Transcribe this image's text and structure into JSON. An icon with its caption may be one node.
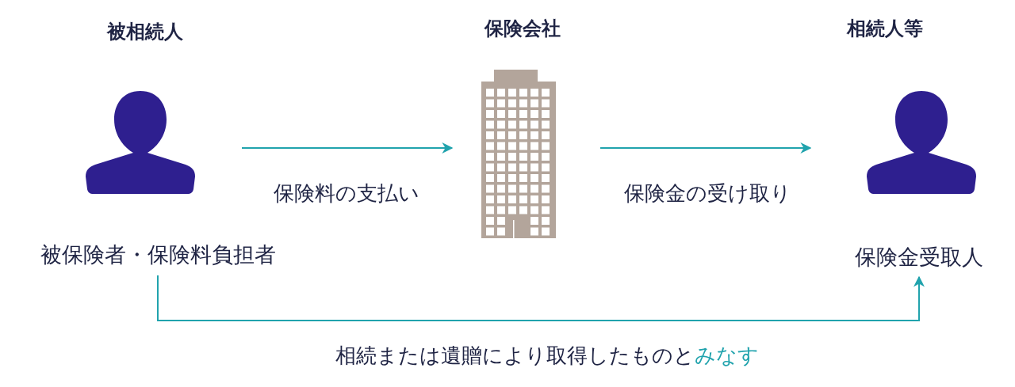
{
  "diagram": {
    "nodes": [
      {
        "text": [
          "被相続人"
        ]
      },
      {
        "text": [
          "保険会社"
        ]
      },
      {
        "text": [
          "相続人等"
        ]
      },
      {
        "text": [
          "被保険者・保険料負担者"
        ]
      },
      {
        "text": [
          "保険金受取人"
        ]
      }
    ],
    "edges": [
      {
        "from": 0,
        "to": 1,
        "arrow": "to",
        "label": "保険料の支払い"
      },
      {
        "from": 1,
        "to": 2,
        "arrow": "to",
        "label": "保険金の受け取り"
      },
      {
        "from": 3,
        "to": 4,
        "arrow": "to",
        "label": "相続または遺贈により取得したものと**みなす**"
      }
    ]
  }
}
